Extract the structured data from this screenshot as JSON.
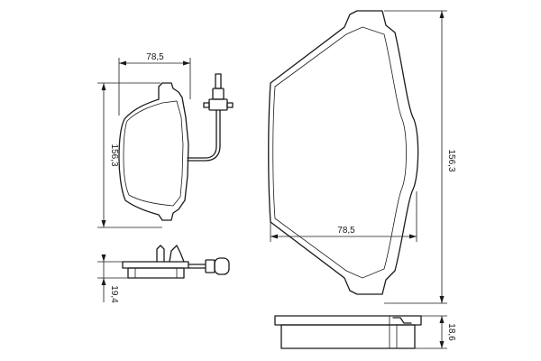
{
  "dimensions": {
    "small_pad_width": "78,5",
    "small_pad_height": "156,3",
    "small_pad_thickness": "19,4",
    "large_pad_width": "78,5",
    "large_pad_height": "156,3",
    "large_pad_thickness": "18,6"
  }
}
